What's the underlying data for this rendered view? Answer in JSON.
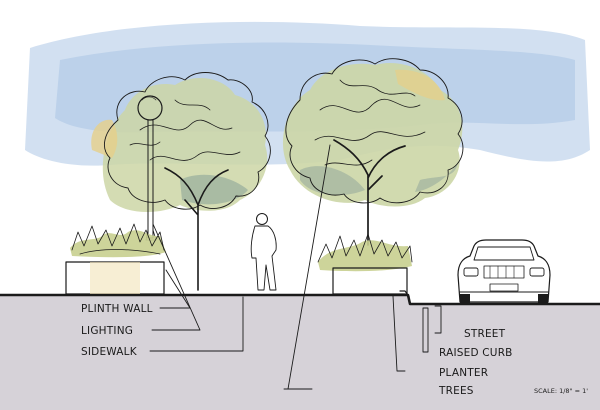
{
  "labels": {
    "plinth_wall": "PLINTH WALL",
    "lighting": "LIGHTING",
    "sidewalk": "SIDEWALK",
    "street": "STREET",
    "raised_curb": "RAISED CURB",
    "planter": "PLANTER",
    "trees": "TREES",
    "scale": "SCALE: 1/8\" = 1'"
  },
  "colors": {
    "sky": "#b9d0e8",
    "ground": "#d6d2d8",
    "foliage": "#c9d3a4",
    "foliage_shadow": "#97ac9c",
    "planter_wall": "#ead7a4",
    "car": "#e9d9a0",
    "ink": "#1b1b1b"
  }
}
